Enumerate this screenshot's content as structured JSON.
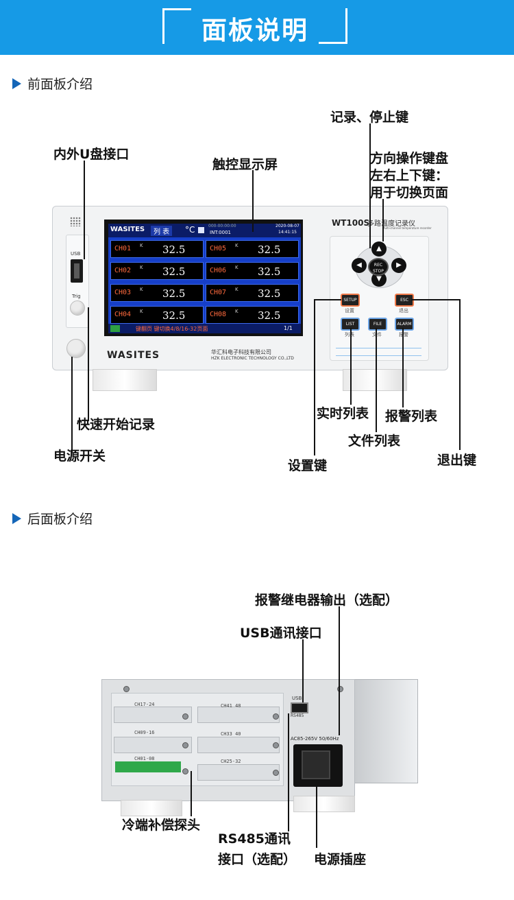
{
  "banner": {
    "title": "面板说明"
  },
  "front": {
    "section_title": "前面板介绍",
    "labels": {
      "record_stop": "记录、停止键",
      "usb_port": "内外U盘接口",
      "touch_screen": "触控显示屏",
      "direction_l1": "方向操作键盘",
      "direction_l2": "左右上下键：",
      "direction_l3": "用于切换页面",
      "quick_start": "快速开始记录",
      "power_switch": "电源开关",
      "realtime_list": "实时列表",
      "alarm_list": "报警列表",
      "file_list": "文件列表",
      "setup_key": "设置键",
      "exit_key": "退出键"
    },
    "device": {
      "model": "WT100S",
      "model_cn": "多路温度记录仪",
      "model_en": "Multi-channel temperature recorder",
      "brand": "WASITES",
      "company_cn": "华汇科电子科技有限公司",
      "company_en": "HZK ELECTRONIC TECHNOLOGY CO.,LTD",
      "usb_label": "USB",
      "trig_label": "Trig",
      "screen": {
        "brand": "WASITES",
        "mode": "列 表",
        "unit": "°C",
        "time_a": "000-00:00:00",
        "int_label": "INT:0001",
        "date": "2020-08-07",
        "clock": "14:41:15",
        "channels": [
          {
            "name": "CH01",
            "type": "K",
            "value": "32.5"
          },
          {
            "name": "CH05",
            "type": "K",
            "value": "32.5"
          },
          {
            "name": "CH02",
            "type": "K",
            "value": "32.5"
          },
          {
            "name": "CH06",
            "type": "K",
            "value": "32.5"
          },
          {
            "name": "CH03",
            "type": "K",
            "value": "32.5"
          },
          {
            "name": "CH07",
            "type": "K",
            "value": "32.5"
          },
          {
            "name": "CH04",
            "type": "K",
            "value": "32.5"
          },
          {
            "name": "CH08",
            "type": "K",
            "value": "32.5"
          }
        ],
        "status": "键翻页   键切换4/8/16-32页面",
        "page": "1/1"
      },
      "keys": {
        "rec": "REC",
        "stop": "STOP",
        "setup": "SETUP",
        "setup_cn": "设置",
        "esc": "ESC",
        "esc_cn": "退出",
        "list": "LIST",
        "list_cn": "列表",
        "file": "FILE",
        "file_cn": "文件",
        "alarm": "ALARM",
        "alarm_cn": "报警"
      }
    }
  },
  "rear": {
    "section_title": "后面板介绍",
    "labels": {
      "alarm_relay": "报警继电器输出（选配）",
      "usb_comm": "USB通讯接口",
      "cold_junction": "冷端补偿探头",
      "rs485_l1": "RS485通讯",
      "rs485_l2": "接口（选配）",
      "power_socket": "电源插座"
    },
    "device": {
      "slots": [
        "CH17-24",
        "CH41 48",
        "CH09-16",
        "CH33 40",
        "CH01-08",
        "CH25-32"
      ],
      "usb_label": "USB",
      "power_rating": "AC85-265V 50/60Hz",
      "rs485_label": "RS485"
    }
  }
}
